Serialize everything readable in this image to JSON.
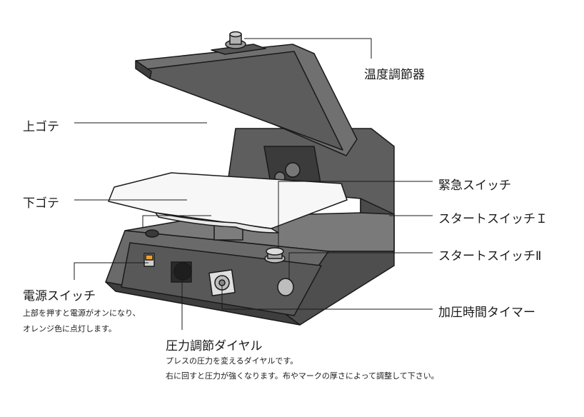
{
  "labels": {
    "temperature_controller": "温度調節器",
    "upper_plate": "上ゴテ",
    "lower_plate": "下ゴテ",
    "emergency_switch": "緊急スイッチ",
    "start_switch_1": "スタートスイッチＩ",
    "start_switch_2": "スタートスイッチⅡ",
    "pressure_timer": "加圧時間タイマー",
    "power_switch": {
      "title": "電源スイッチ",
      "desc_1": "上部を押すと電源がオンになり、",
      "desc_2": "オレンジ色に点灯します。"
    },
    "pressure_dial": {
      "title": "圧力調節ダイヤル",
      "desc_1": "プレスの圧力を変えるダイヤルです。",
      "desc_2": "右に回すと圧力が強くなります。布やマークの厚さによって調整して下さい。"
    }
  },
  "colors": {
    "body_dark": "#4a4a4a",
    "body_mid": "#6b6b6b",
    "body_light": "#8a8a8a",
    "plate_white": "#f7f7f7",
    "line": "#1a1a1a",
    "indicator": "#f0a030"
  }
}
